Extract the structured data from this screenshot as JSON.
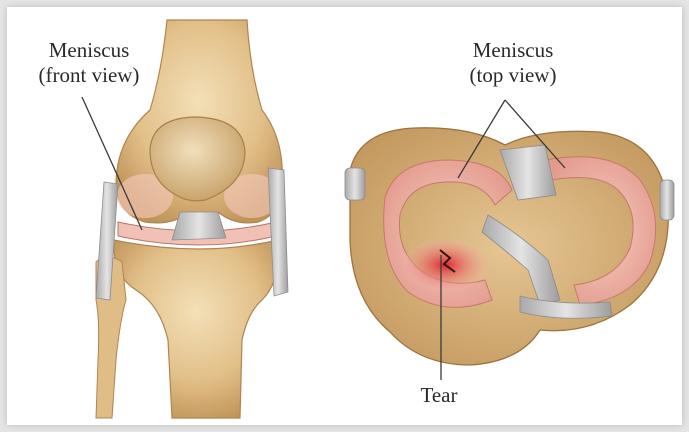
{
  "labels": {
    "front_view": [
      "Meniscus",
      "(front view)"
    ],
    "top_view": [
      "Meniscus",
      "(top view)"
    ],
    "tear": "Tear"
  },
  "colors": {
    "bone_light": "#ecd3a4",
    "bone_mid": "#d9b27a",
    "bone_dark": "#b98a52",
    "ligament": "#c9c9c9",
    "meniscus_pink": "#efb3a6",
    "tear_red": "#d8323a",
    "leader_line": "#3a3a3a"
  }
}
